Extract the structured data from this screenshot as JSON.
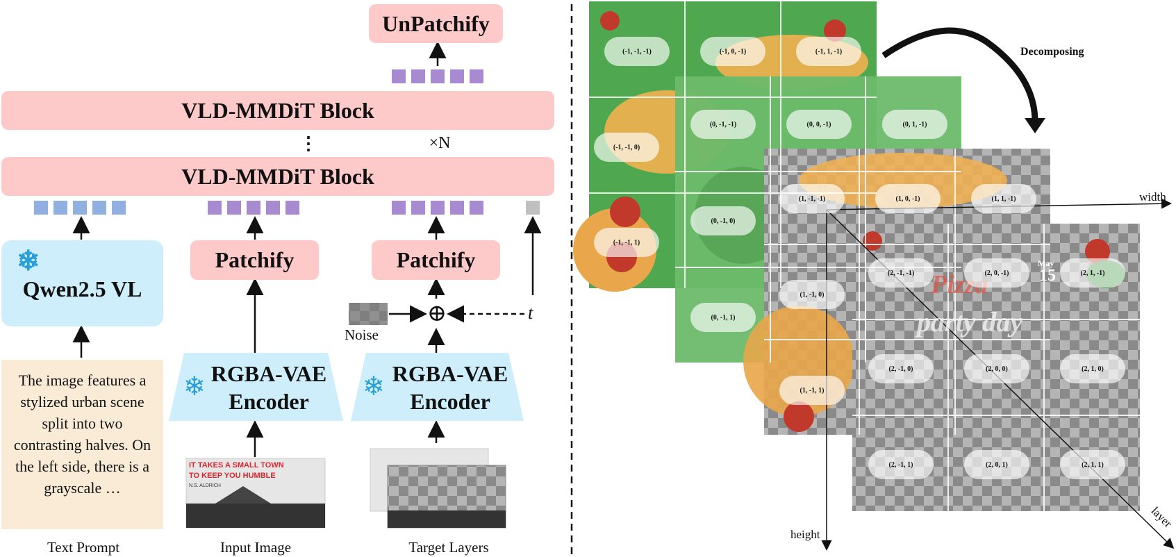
{
  "left": {
    "unpatchify": "UnPatchify",
    "block_top": "VLD-MMDiT Block",
    "block_bottom": "VLD-MMDiT Block",
    "repeat": "×N",
    "qwen": "Qwen2.5 VL",
    "patchify_1": "Patchify",
    "patchify_2": "Patchify",
    "encoder_1": [
      "RGBA-VAE",
      "Encoder"
    ],
    "encoder_2": [
      "RGBA-VAE",
      "Encoder"
    ],
    "noise": "Noise",
    "t": "t",
    "oplus": "⊕",
    "prompt_text": "The image features a stylized urban scene split into two contrasting halves. On the left side, there is a grayscale …",
    "captions": {
      "text_prompt": "Text Prompt",
      "input_image": "Input Image",
      "target_layers": "Target Layers"
    },
    "thumbnail_text": [
      "IT TAKES A SMALL TOWN",
      "TO KEEP YOU HUMBLE",
      "N.S. ALDRICH"
    ],
    "colors": {
      "pink": "#fdc9c9",
      "blue": "#cdeefa",
      "purple": "#a88ad0",
      "light_blue": "#8fb0e0",
      "prompt_bg": "#faebd7"
    }
  },
  "right": {
    "decomposing": "Decomposing",
    "axes": {
      "width": "width",
      "height": "height",
      "layer": "layer"
    },
    "layer_back": [
      "(-1, -1, -1)",
      "(-1, 0, -1)",
      "(-1, 1, -1)",
      "(-1, -1, 0)",
      "(-1, -1, 1)"
    ],
    "layer_0": [
      "(0, -1, -1)",
      "(0, 0, -1)",
      "(0, 1, -1)",
      "(0, -1, 0)",
      "(0, -1, 1)"
    ],
    "layer_1": [
      "(1, -1, -1)",
      "(1, 0, -1)",
      "(1, 1, -1)",
      "(1, -1, 0)",
      "(1, -1, 1)"
    ],
    "layer_2": [
      "(2, -1, -1)",
      "(2, 0, -1)",
      "(2, 1, -1)",
      "(2, -1, 0)",
      "(2, 0, 0)",
      "(2, 1, 0)",
      "(2, -1, 1)",
      "(2, 0, 1)",
      "(2, 1, 1)"
    ],
    "pizza_text": [
      "Pizza",
      "party day"
    ],
    "pizza_date": [
      "May",
      "15"
    ]
  }
}
